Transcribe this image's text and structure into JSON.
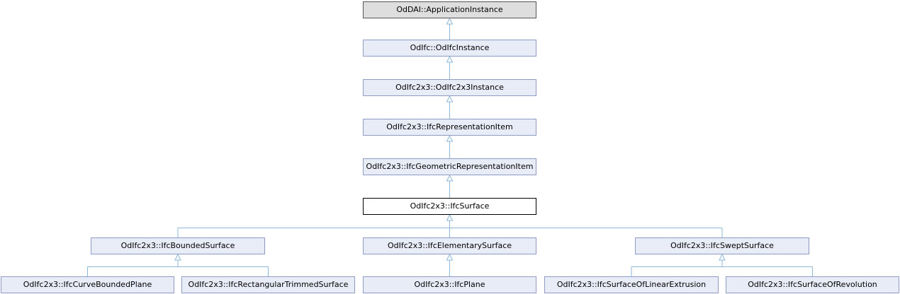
{
  "diagram": {
    "type": "inheritance-graph",
    "colors": {
      "node_fill": "#e8ecf6",
      "node_border": "#8e9cc3",
      "root_fill": "#dedede",
      "current_fill": "#ffffff",
      "current_border": "#000000",
      "edge": "#8cb7d8"
    },
    "nodes": {
      "application_instance": "OdDAI::ApplicationInstance",
      "odifc_instance": "OdIfc::OdIfcInstance",
      "odifc2x3_instance": "OdIfc2x3::OdIfc2x3Instance",
      "representation_item": "OdIfc2x3::IfcRepresentationItem",
      "geometric_representation_item": "OdIfc2x3::IfcGeometricRepresentationItem",
      "surface": "OdIfc2x3::IfcSurface",
      "bounded_surface": "OdIfc2x3::IfcBoundedSurface",
      "elementary_surface": "OdIfc2x3::IfcElementarySurface",
      "swept_surface": "OdIfc2x3::IfcSweptSurface",
      "curve_bounded_plane": "OdIfc2x3::IfcCurveBoundedPlane",
      "rectangular_trimmed_surface": "OdIfc2x3::IfcRectangularTrimmedSurface",
      "plane": "OdIfc2x3::IfcPlane",
      "surface_of_linear_extrusion": "OdIfc2x3::IfcSurfaceOfLinearExtrusion",
      "surface_of_revolution": "OdIfc2x3::IfcSurfaceOfRevolution"
    },
    "edges": [
      {
        "from": "odifc_instance",
        "to": "application_instance"
      },
      {
        "from": "odifc2x3_instance",
        "to": "odifc_instance"
      },
      {
        "from": "representation_item",
        "to": "odifc2x3_instance"
      },
      {
        "from": "geometric_representation_item",
        "to": "representation_item"
      },
      {
        "from": "surface",
        "to": "geometric_representation_item"
      },
      {
        "from": "bounded_surface",
        "to": "surface"
      },
      {
        "from": "elementary_surface",
        "to": "surface"
      },
      {
        "from": "swept_surface",
        "to": "surface"
      },
      {
        "from": "curve_bounded_plane",
        "to": "bounded_surface"
      },
      {
        "from": "rectangular_trimmed_surface",
        "to": "bounded_surface"
      },
      {
        "from": "plane",
        "to": "elementary_surface"
      },
      {
        "from": "surface_of_linear_extrusion",
        "to": "swept_surface"
      },
      {
        "from": "surface_of_revolution",
        "to": "swept_surface"
      }
    ]
  }
}
